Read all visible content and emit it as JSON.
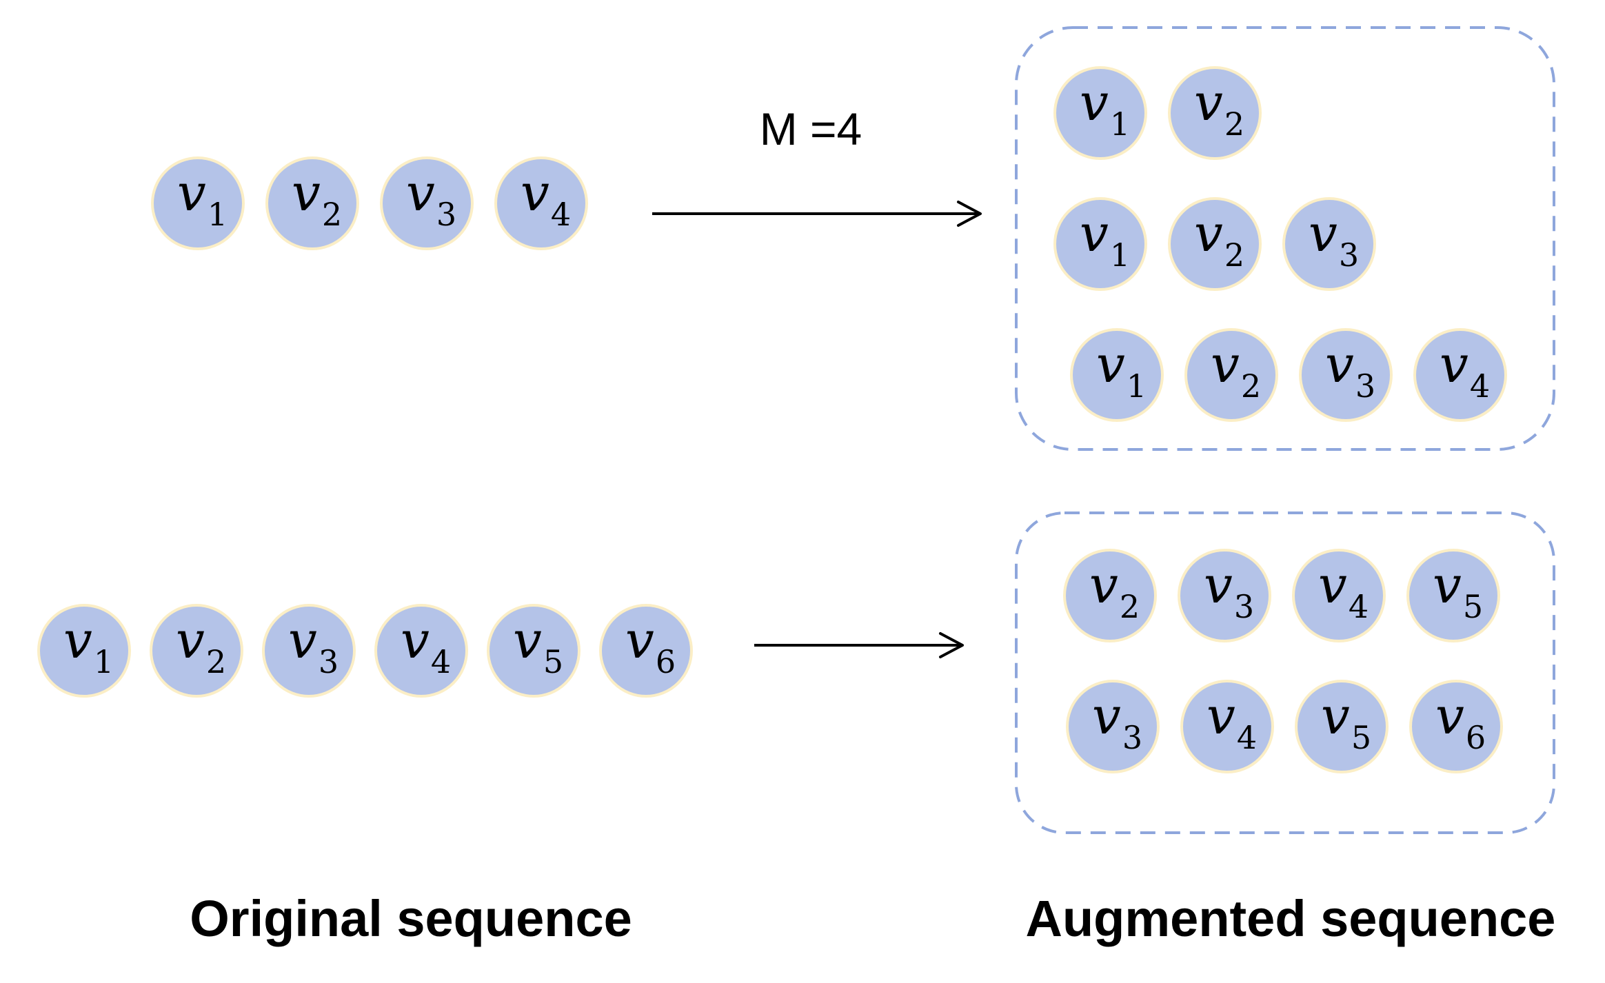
{
  "diagram": {
    "m_label": "M =4",
    "captions": {
      "original": "Original sequence",
      "augmented": "Augmented sequence"
    },
    "colors": {
      "node_fill": "#b4c3e8",
      "node_outline": "#fbeec6",
      "box_dash": "#8ea6dc"
    },
    "original_sequences": [
      [
        "v1",
        "v2",
        "v3",
        "v4"
      ],
      [
        "v1",
        "v2",
        "v3",
        "v4",
        "v5",
        "v6"
      ]
    ],
    "augmented_groups": [
      [
        [
          "v1",
          "v2"
        ],
        [
          "v1",
          "v2",
          "v3"
        ],
        [
          "v1",
          "v2",
          "v3",
          "v4"
        ]
      ],
      [
        [
          "v2",
          "v3",
          "v4",
          "v5"
        ],
        [
          "v3",
          "v4",
          "v5",
          "v6"
        ]
      ]
    ]
  }
}
